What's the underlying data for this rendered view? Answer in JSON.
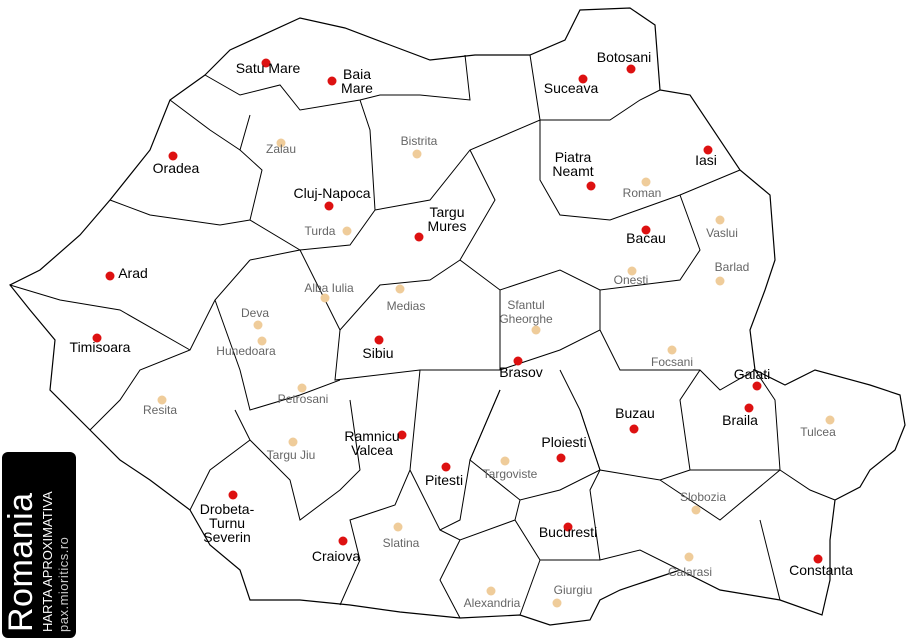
{
  "title": "Romania",
  "subtitle": "HARTA APROXIMATIVA",
  "source": "pax.mioritics.ro",
  "colors": {
    "major": "#dd1111",
    "minor": "#efcc9a",
    "border": "#000000"
  },
  "cities": [
    {
      "name": "Satu Mare",
      "marker": "major"
    },
    {
      "name": "Baia\nMare",
      "marker": "major"
    },
    {
      "name": "Botosani",
      "marker": "major"
    },
    {
      "name": "Suceava",
      "marker": "major"
    },
    {
      "name": "Zalau",
      "marker": "minor"
    },
    {
      "name": "Bistrita",
      "marker": "minor"
    },
    {
      "name": "Oradea",
      "marker": "major"
    },
    {
      "name": "Iasi",
      "marker": "major"
    },
    {
      "name": "Piatra\nNeamt",
      "marker": "major"
    },
    {
      "name": "Roman",
      "marker": "minor"
    },
    {
      "name": "Cluj-Napoca",
      "marker": "major"
    },
    {
      "name": "Targu\nMures",
      "marker": "major"
    },
    {
      "name": "Turda",
      "marker": "minor"
    },
    {
      "name": "Bacau",
      "marker": "major"
    },
    {
      "name": "Vaslui",
      "marker": "minor"
    },
    {
      "name": "Arad",
      "marker": "major"
    },
    {
      "name": "Onesti",
      "marker": "minor"
    },
    {
      "name": "Barlad",
      "marker": "minor"
    },
    {
      "name": "Alba Iulia",
      "marker": "minor"
    },
    {
      "name": "Medias",
      "marker": "minor"
    },
    {
      "name": "Sfantul\nGheorghe",
      "marker": "minor"
    },
    {
      "name": "Deva",
      "marker": "minor"
    },
    {
      "name": "Hunedoara",
      "marker": "minor"
    },
    {
      "name": "Timisoara",
      "marker": "major"
    },
    {
      "name": "Sibiu",
      "marker": "major"
    },
    {
      "name": "Brasov",
      "marker": "major"
    },
    {
      "name": "Focsani",
      "marker": "minor"
    },
    {
      "name": "Galati",
      "marker": "major"
    },
    {
      "name": "Braila",
      "marker": "major"
    },
    {
      "name": "Petrosani",
      "marker": "minor"
    },
    {
      "name": "Resita",
      "marker": "minor"
    },
    {
      "name": "Buzau",
      "marker": "major"
    },
    {
      "name": "Tulcea",
      "marker": "minor"
    },
    {
      "name": "Ramnicu\nValcea",
      "marker": "major"
    },
    {
      "name": "Targu Jiu",
      "marker": "minor"
    },
    {
      "name": "Ploiesti",
      "marker": "major"
    },
    {
      "name": "Pitesti",
      "marker": "major"
    },
    {
      "name": "Targoviste",
      "marker": "minor"
    },
    {
      "name": "Drobeta-\nTurnu\nSeverin",
      "marker": "major"
    },
    {
      "name": "Slobozia",
      "marker": "minor"
    },
    {
      "name": "Bucuresti",
      "marker": "major"
    },
    {
      "name": "Slatina",
      "marker": "minor"
    },
    {
      "name": "Craiova",
      "marker": "major"
    },
    {
      "name": "Calarasi",
      "marker": "minor"
    },
    {
      "name": "Constanta",
      "marker": "major"
    },
    {
      "name": "Giurgiu",
      "marker": "minor"
    },
    {
      "name": "Alexandria",
      "marker": "minor"
    }
  ]
}
